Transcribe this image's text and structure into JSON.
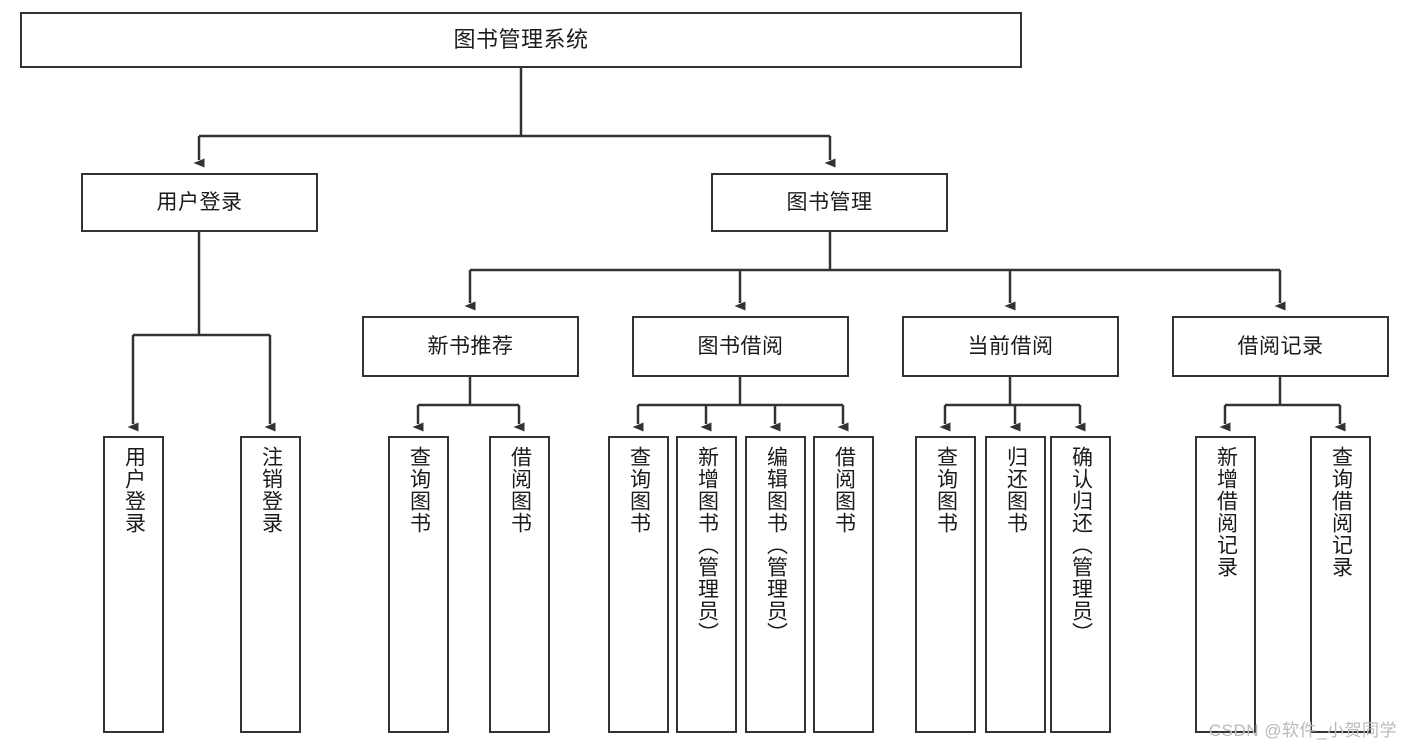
{
  "diagram": {
    "type": "tree",
    "title": "图书管理系统",
    "watermark": "CSDN @软件_小贺同学",
    "root": {
      "id": "root",
      "label": "图书管理系统"
    },
    "level2": [
      {
        "id": "user-login",
        "label": "用户登录"
      },
      {
        "id": "book-manage",
        "label": "图书管理"
      }
    ],
    "level3": [
      {
        "id": "new-book-rec",
        "label": "新书推荐"
      },
      {
        "id": "book-borrow",
        "label": "图书借阅"
      },
      {
        "id": "current-borrow",
        "label": "当前借阅"
      },
      {
        "id": "borrow-record",
        "label": "借阅记录"
      }
    ],
    "leaves": {
      "user-login": [
        {
          "id": "leaf-user-login",
          "label": "用户登录"
        },
        {
          "id": "leaf-logout",
          "label": "注销登录"
        }
      ],
      "new-book-rec": [
        {
          "id": "leaf-query-book-1",
          "label": "查询图书"
        },
        {
          "id": "leaf-borrow-book-1",
          "label": "借阅图书"
        }
      ],
      "book-borrow": [
        {
          "id": "leaf-query-book-2",
          "label": "查询图书"
        },
        {
          "id": "leaf-add-book",
          "label": "新增图书（管理员）"
        },
        {
          "id": "leaf-edit-book",
          "label": "编辑图书（管理员）"
        },
        {
          "id": "leaf-borrow-book-2",
          "label": "借阅图书"
        }
      ],
      "current-borrow": [
        {
          "id": "leaf-query-book-3",
          "label": "查询图书"
        },
        {
          "id": "leaf-return-book",
          "label": "归还图书"
        },
        {
          "id": "leaf-confirm-return",
          "label": "确认归还（管理员）"
        }
      ],
      "borrow-record": [
        {
          "id": "leaf-add-record",
          "label": "新增借阅记录"
        },
        {
          "id": "leaf-query-record",
          "label": "查询借阅记录"
        }
      ]
    },
    "colors": {
      "stroke": "#333333",
      "fill": "#ffffff",
      "text": "#1b1b1b",
      "watermark": "#b9b9b9"
    }
  }
}
